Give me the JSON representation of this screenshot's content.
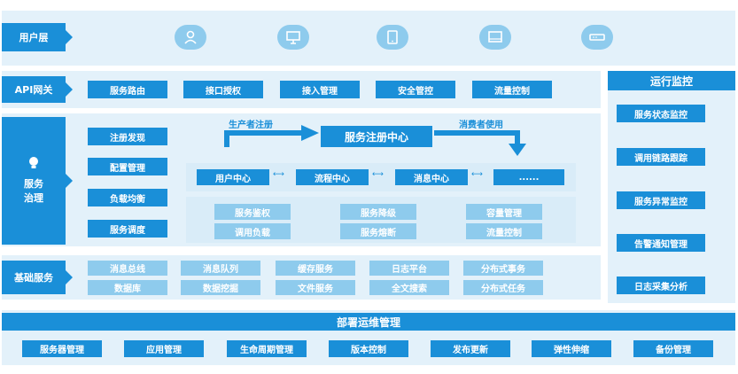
{
  "layers": {
    "user_layer": "用户层",
    "api_gateway": "API网关",
    "service_governance": "服务\n治理",
    "base_services": "基础服务",
    "ops": "运行监控",
    "deploy": "部署运维管理"
  },
  "user_icons": [
    "user-icon",
    "desktop-icon",
    "tablet-icon",
    "monitor-icon",
    "router-icon"
  ],
  "api_items": [
    "服务路由",
    "接口授权",
    "接入管理",
    "安全管控",
    "流量控制"
  ],
  "governance_left": [
    "注册发现",
    "配置管理",
    "负载均衡",
    "服务调度"
  ],
  "registry": {
    "producer": "生产者注册",
    "center": "服务注册中心",
    "consumer": "消费者使用"
  },
  "centers": [
    "用户中心",
    "流程中心",
    "消息中心",
    "......"
  ],
  "governance_grid": [
    [
      "服务鉴权",
      "服务降级",
      "容量管理"
    ],
    [
      "调用负载",
      "服务熔断",
      "流量控制"
    ]
  ],
  "base_grid": [
    [
      "消息总线",
      "消息队列",
      "缓存服务",
      "日志平台",
      "分布式事务"
    ],
    [
      "数据库",
      "数据挖掘",
      "文件服务",
      "全文搜索",
      "分布式任务"
    ]
  ],
  "monitor_items": [
    "服务状态监控",
    "调用链路跟踪",
    "服务异常监控",
    "告警通知管理",
    "日志采集分析"
  ],
  "deploy_items": [
    "服务器管理",
    "应用管理",
    "生命周期管理",
    "版本控制",
    "发布更新",
    "弹性伸缩",
    "备份管理"
  ],
  "colors": {
    "primary": "#1a8fd8",
    "light": "#8ecbed",
    "bg": "#e3f1fa"
  }
}
